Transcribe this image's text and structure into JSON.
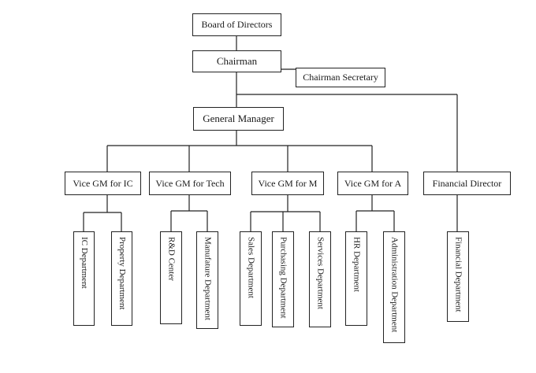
{
  "org_chart": {
    "board": "Board of Directors",
    "chairman": "Chairman",
    "secretary": "Chairman Secretary",
    "gm": "General Manager",
    "vp_ic": "Vice GM for IC",
    "vp_tech": "Vice GM for Tech",
    "vp_m": "Vice GM for M",
    "vp_a": "Vice GM for A",
    "fin_director": "Financial Director",
    "departments": {
      "ic": "IC Department",
      "property": "Property Department",
      "rd": "R&D Center",
      "manufacture": "Manufature Department",
      "sales": "Sales Department",
      "purchasing": "Purchasing Department",
      "services": "Services Department",
      "hr": "HR Department",
      "administration": "Administration Department",
      "financial": "Financial Department"
    }
  }
}
